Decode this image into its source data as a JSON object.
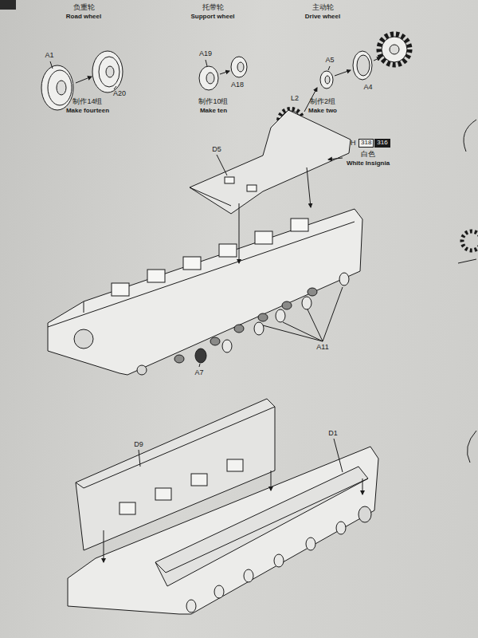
{
  "diagram": {
    "nodes": [
      {
        "text": [
          "318"
        ]
      },
      {
        "text": [
          "316"
        ]
      }
    ],
    "labels": [
      "负重轮",
      "Road wheel",
      "托带轮",
      "Support wheel",
      "主动轮",
      "Drive wheel",
      "A1",
      "A19",
      "A18",
      "L2",
      "A5",
      "A4",
      "A20",
      "制作14组",
      "Make fourteen",
      "制作10组",
      "Make ten",
      "制作2组",
      "Make two",
      "H",
      "白色",
      "White Insignia",
      "D5",
      "A11",
      "A7",
      "D9",
      "D1"
    ]
  }
}
